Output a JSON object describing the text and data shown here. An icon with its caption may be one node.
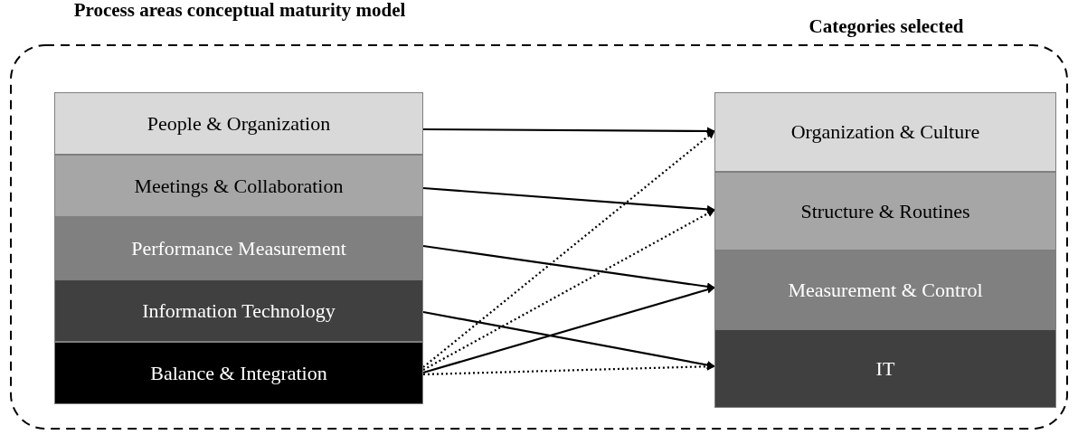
{
  "diagram": {
    "nodes": [
      {
        "text": [
          "People & Organization"
        ]
      },
      {
        "text": [
          "Meetings & Collaboration"
        ]
      },
      {
        "text": [
          "Performance Measurement"
        ]
      },
      {
        "text": [
          "Information Technology"
        ]
      },
      {
        "text": [
          "Balance & Integration"
        ]
      },
      {
        "text": [
          "Organization & Culture"
        ]
      },
      {
        "text": [
          "Structure & Routines"
        ]
      },
      {
        "text": [
          "Measurement & Control"
        ]
      },
      {
        "text": [
          "IT"
        ]
      }
    ],
    "edges": [
      {
        "from": 0,
        "to": 5,
        "arrow": "to"
      },
      {
        "from": 1,
        "to": 6,
        "arrow": "to"
      },
      {
        "from": 2,
        "to": 7,
        "arrow": "to"
      },
      {
        "from": 3,
        "to": 8,
        "arrow": "to"
      },
      {
        "from": 4,
        "to": 5,
        "arrow": "to",
        "style": "dashed"
      },
      {
        "from": 4,
        "to": 6,
        "arrow": "to",
        "style": "dashed"
      },
      {
        "from": 4,
        "to": 7,
        "arrow": "to"
      },
      {
        "from": 4,
        "to": 8,
        "arrow": "to",
        "style": "dashed"
      }
    ],
    "labels": [
      "Process areas conceptual maturity model",
      "Categories selected"
    ]
  }
}
